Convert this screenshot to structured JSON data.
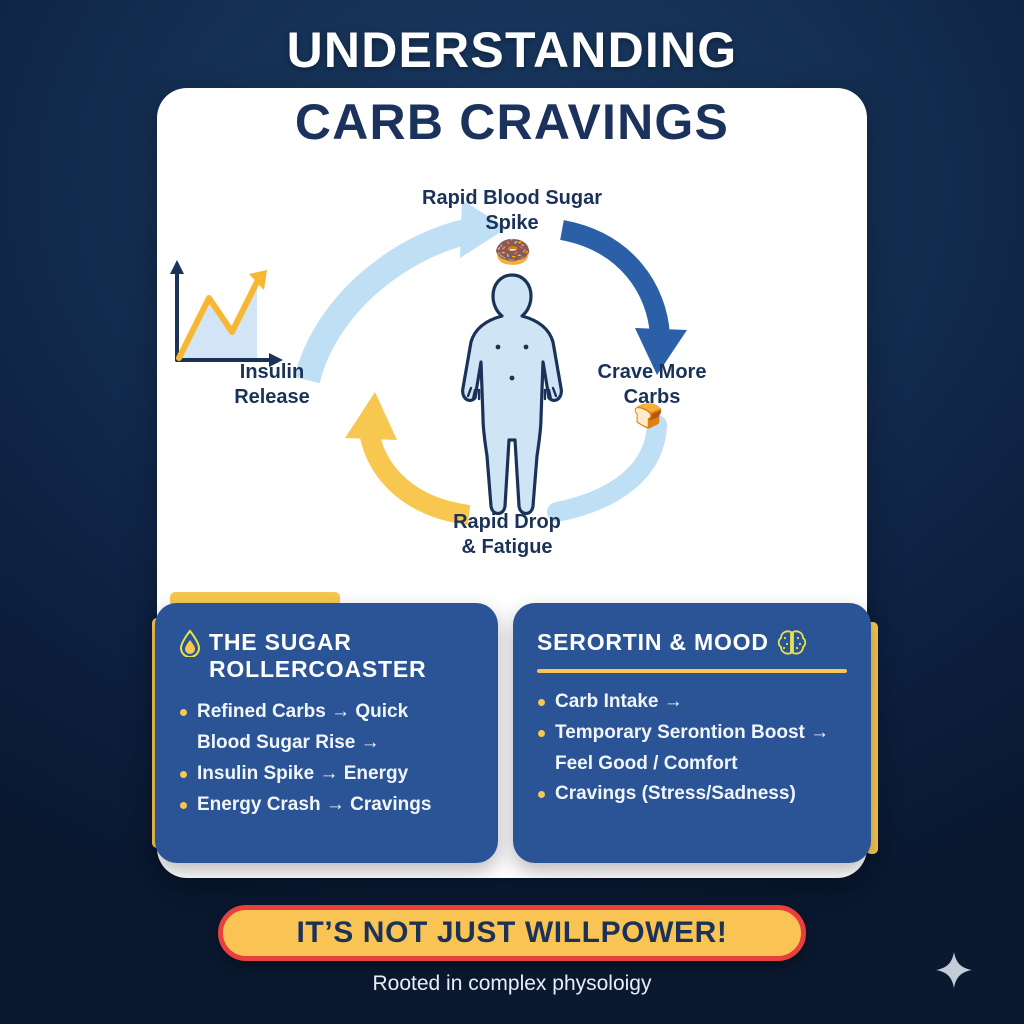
{
  "title": {
    "line1": "UNDERSTANDING",
    "line2": "CARB CRAVINGS"
  },
  "cycle": {
    "top_label": "Rapid Blood Sugar\nSpike",
    "left_label": "Insulin\nRelease",
    "right_label": "Crave More\nCarbs",
    "bottom_label": "Rapid Drop\n& Fatigue",
    "donut_icon": "donut-icon",
    "bread_icon": "bread-icon",
    "body_icon": "human-body-icon",
    "chart_icon": "blood-sugar-chart-icon"
  },
  "cards": [
    {
      "icon": "water-drop-icon",
      "heading": "THE SUGAR ROLLERCOASTER",
      "bullets": [
        {
          "text": "Refined Carbs → Quick",
          "bullet": true
        },
        {
          "text": "Blood Sugar Rise →",
          "bullet": false
        },
        {
          "text": "Insulin Spike → Energy",
          "bullet": true
        },
        {
          "text": "Energy Crash → Cravings",
          "bullet": true
        }
      ]
    },
    {
      "icon": "brain-icon",
      "heading": "SERORTIN & MOOD",
      "bullets": [
        {
          "text": "Carb Intake →",
          "bullet": true
        },
        {
          "text": "Temporary Serontion Boost →",
          "bullet": true
        },
        {
          "text": "Feel Good / Comfort",
          "bullet": false
        },
        {
          "text": "Cravings (Stress/Sadness)",
          "bullet": true
        }
      ]
    }
  ],
  "banner": {
    "text": "IT’S NOT JUST WILLPOWER!"
  },
  "tagline": "Rooted in complex physoloigy",
  "decor": {
    "sparkle": "sparkle-icon"
  },
  "colors": {
    "background_navy": "#0d1f3c",
    "panel_white": "#ffffff",
    "title_navy": "#1b325c",
    "card_blue": "#2a5496",
    "accent_yellow": "#f7c750",
    "banner_yellow": "#f9c453",
    "banner_border_red": "#e8403c",
    "arrow_dark_blue": "#2b5fa8",
    "arrow_light_blue": "#b9dcf2",
    "body_fill": "#cfe4f5"
  }
}
